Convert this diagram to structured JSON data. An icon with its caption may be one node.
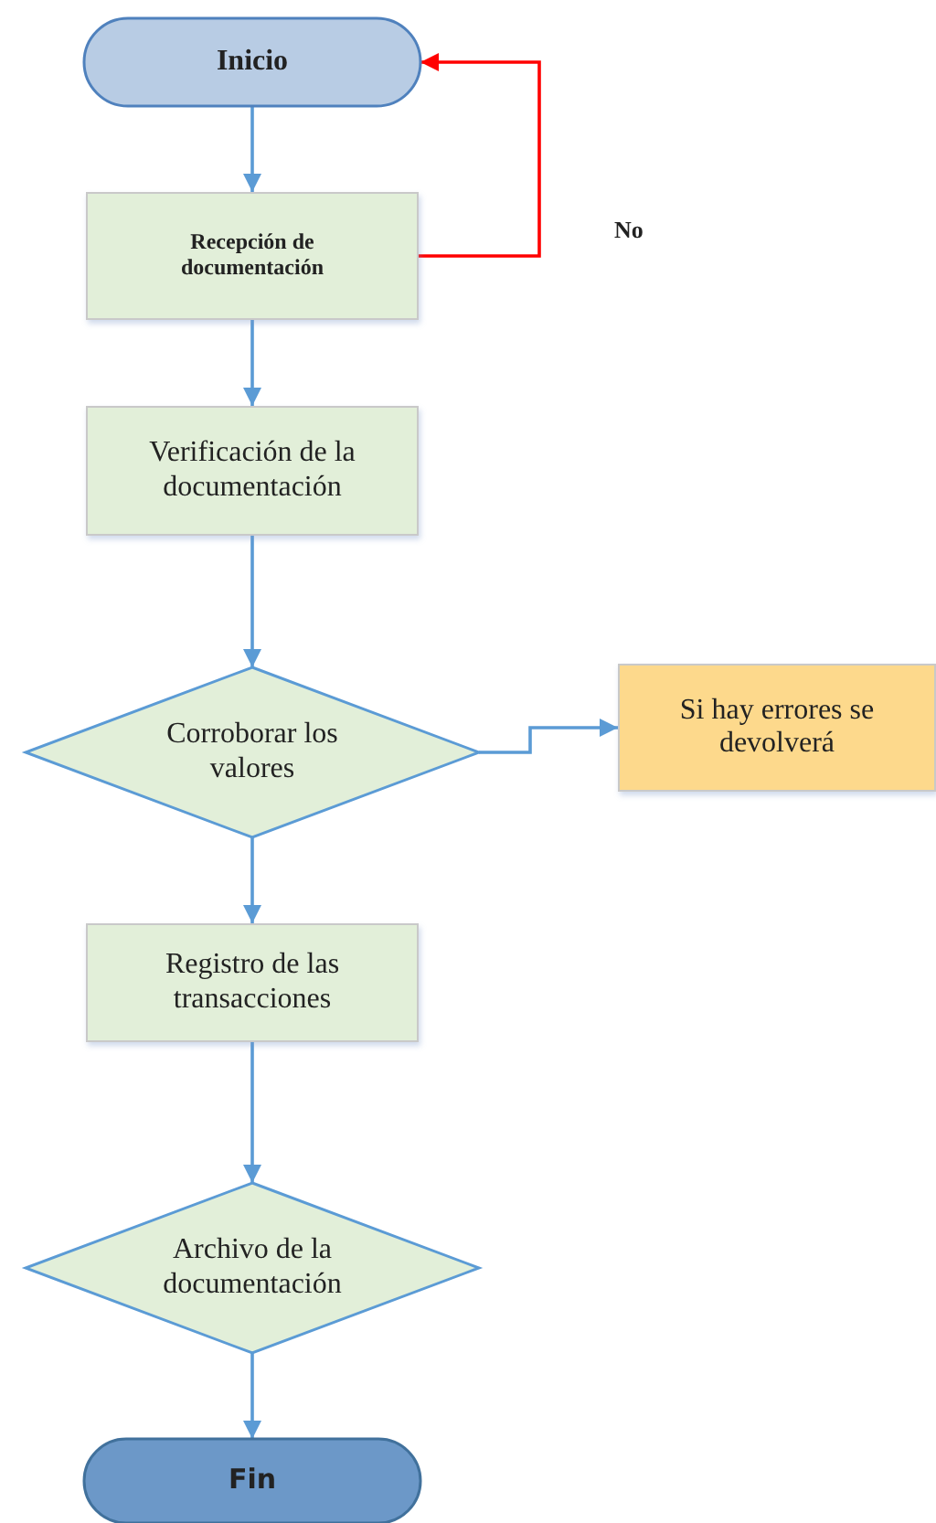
{
  "diagram": {
    "nodes": [
      {
        "text": [
          "Inicio"
        ]
      },
      {
        "text": [
          "Recepción de documentación"
        ]
      },
      {
        "text": [
          "Verificación de la documentación"
        ]
      },
      {
        "text": [
          "Corroborar los valores"
        ]
      },
      {
        "text": [
          "Si hay errores se devolverá"
        ]
      },
      {
        "text": [
          "Registro de las transacciones"
        ]
      },
      {
        "text": [
          "Archivo de la documentación"
        ]
      },
      {
        "text": [
          "Fin"
        ]
      }
    ],
    "edges": [
      {
        "from": 0,
        "to": 1,
        "arrow": "to"
      },
      {
        "from": 1,
        "to": 0,
        "arrow": "to",
        "color": "#ff0000"
      },
      {
        "from": 1,
        "to": 2,
        "arrow": "to"
      },
      {
        "from": 2,
        "to": 3,
        "arrow": "to"
      },
      {
        "from": 3,
        "to": 4,
        "arrow": "to"
      },
      {
        "from": 3,
        "to": 5,
        "arrow": "to"
      },
      {
        "from": 5,
        "to": 6,
        "arrow": "to"
      },
      {
        "from": 6,
        "to": 7,
        "arrow": "to"
      }
    ],
    "labels": [
      "No"
    ]
  }
}
